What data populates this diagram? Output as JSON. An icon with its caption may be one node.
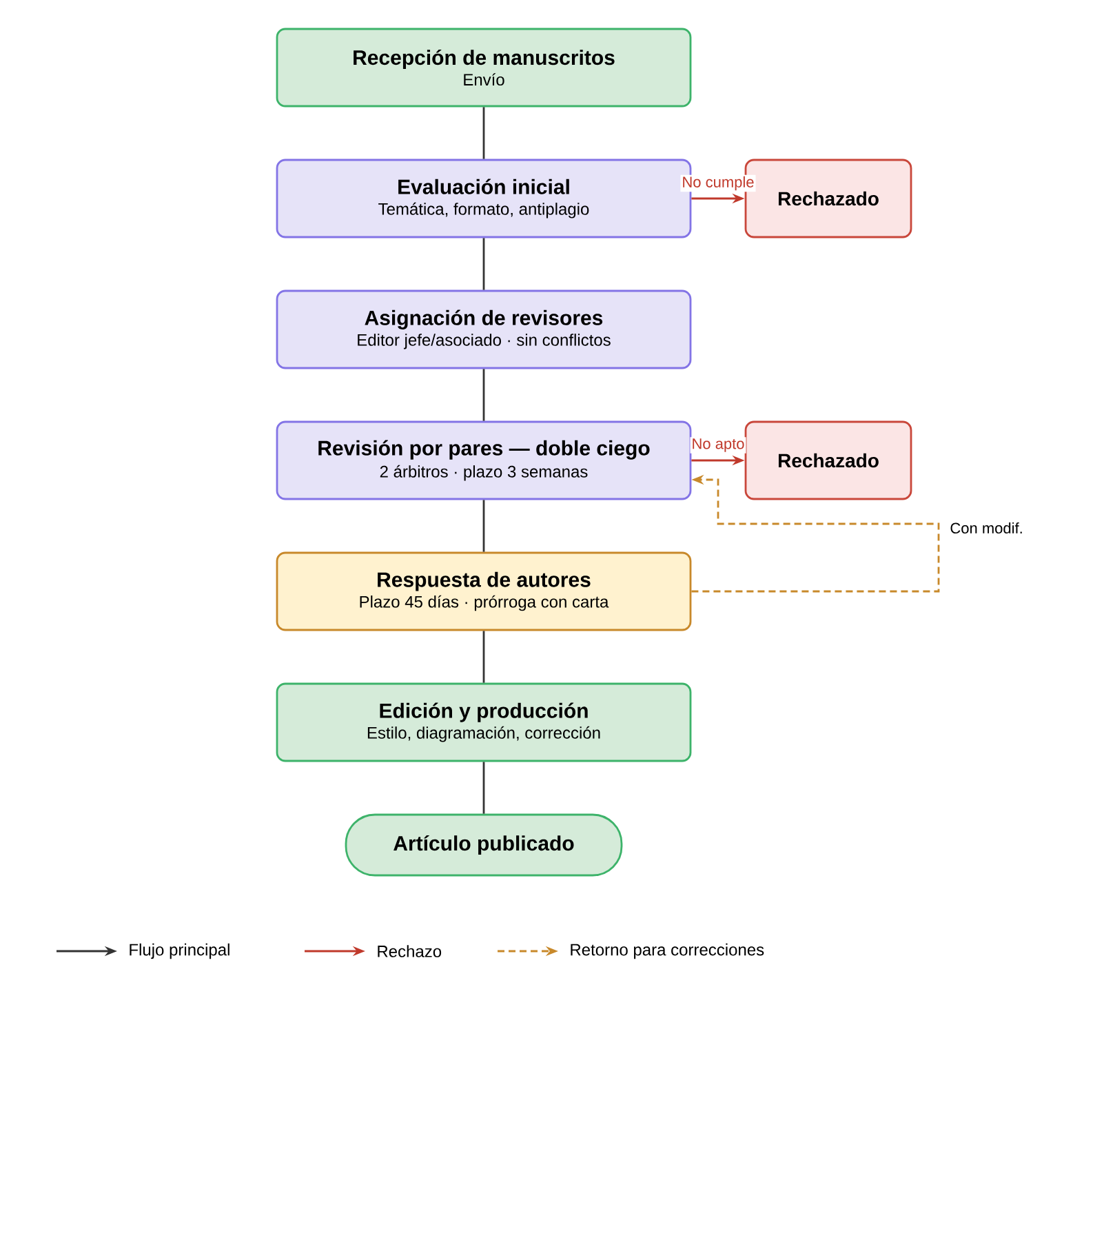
{
  "diagram": {
    "nodes": [
      {
        "text": [
          "Recepción de manuscritos",
          "Envío"
        ]
      },
      {
        "text": [
          "Evaluación inicial",
          "Temática, formato, antiplagio"
        ]
      },
      {
        "text": [
          "Rechazado"
        ]
      },
      {
        "text": [
          "Asignación de revisores",
          "Editor jefe/asociado · sin conflictos"
        ]
      },
      {
        "text": [
          "Revisión por pares — doble ciego",
          "2 árbitros · plazo 3 semanas"
        ]
      },
      {
        "text": [
          "Rechazado"
        ]
      },
      {
        "text": [
          "Respuesta de autores",
          "Plazo 45 días · prórroga con carta"
        ]
      },
      {
        "text": [
          "Edición y producción",
          "Estilo, diagramación, corrección"
        ]
      },
      {
        "text": [
          "Artículo publicado"
        ]
      }
    ],
    "edges": [
      {
        "from": 0,
        "to": 1,
        "arrow": "none"
      },
      {
        "from": 1,
        "to": 2,
        "arrow": "to",
        "label": "No cumple",
        "color": "#c0392b"
      },
      {
        "from": 1,
        "to": 3,
        "arrow": "none"
      },
      {
        "from": 3,
        "to": 4,
        "arrow": "none"
      },
      {
        "from": 4,
        "to": 5,
        "arrow": "to",
        "label": "No apto",
        "color": "#c0392b"
      },
      {
        "from": 4,
        "to": 6,
        "arrow": "none"
      },
      {
        "from": 6,
        "to": 4,
        "arrow": "to",
        "label": "Con modif.",
        "style": "dashed",
        "color": "#c8892b"
      },
      {
        "from": 6,
        "to": 7,
        "arrow": "none"
      },
      {
        "from": 7,
        "to": 8,
        "arrow": "none"
      }
    ],
    "legend": [
      {
        "text": "Flujo principal"
      },
      {
        "text": "Rechazo"
      },
      {
        "text": "Retorno para correcciones"
      }
    ]
  }
}
